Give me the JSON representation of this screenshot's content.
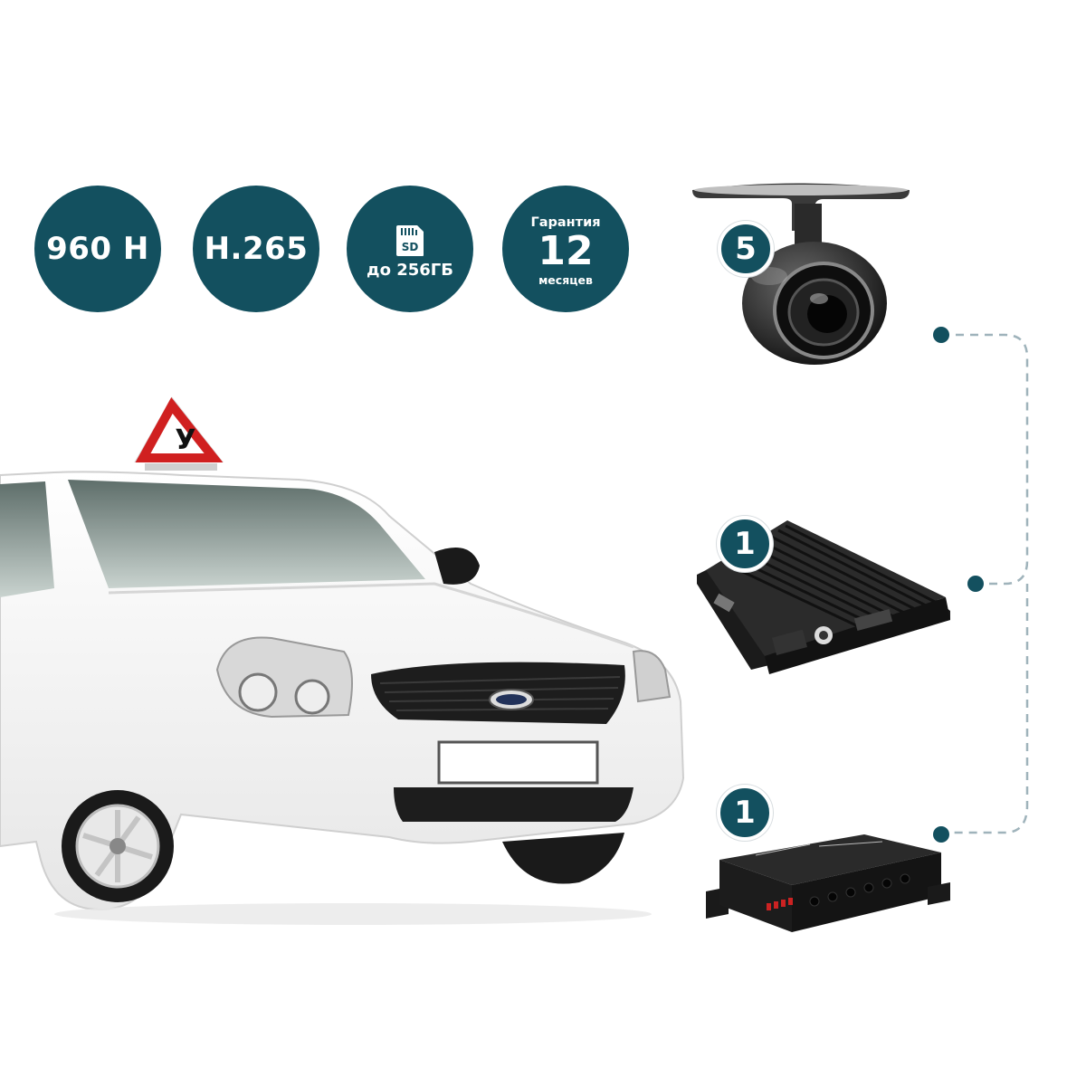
{
  "features": [
    {
      "id": "resolution",
      "text": "960 H"
    },
    {
      "id": "codec",
      "text": "H.265"
    },
    {
      "id": "sd",
      "icon": "sd-card-icon",
      "icon_text": "SD",
      "text": "до 256ГБ"
    },
    {
      "id": "warranty",
      "top": "Гарантия",
      "number": "12",
      "bottom": "месяцев"
    }
  ],
  "devices": [
    {
      "name": "camera",
      "quantity": "5"
    },
    {
      "name": "dvr-recorder",
      "quantity": "1"
    },
    {
      "name": "power-module",
      "quantity": "1"
    }
  ],
  "colors": {
    "badge": "#13505f",
    "connector": "#13505f",
    "connector_line": "#9fb3bb"
  }
}
